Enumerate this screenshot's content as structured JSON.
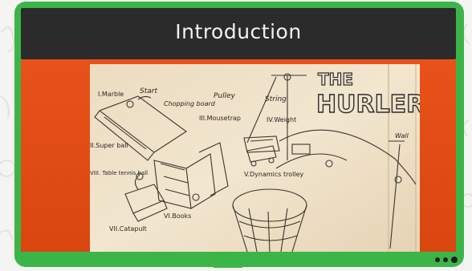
{
  "slide": {
    "title": "Introduction",
    "accent_color": "#3cb548",
    "title_bar_color": "#2b2b2b",
    "panel_color": "#e14d12"
  },
  "image": {
    "labels": {
      "start": "Start",
      "marble": "I.Marble",
      "chopping_board": "Chopping board",
      "pulley": "Pulley",
      "string": "String",
      "mousetrap": "III.Mousetrap",
      "weight": "IV.Weight",
      "super_ball": "II.Super ball",
      "table_tennis": "VIII. Table tennis ball",
      "dynamics_trolley": "V.Dynamics trolley",
      "books": "VI.Books",
      "catapult": "VII.Catapult",
      "wall": "Wall",
      "logo_the": "THE",
      "logo_hurler": "HURLER"
    }
  },
  "nav": {
    "dots": [
      "dot-1",
      "dot-2",
      "dot-3"
    ],
    "active_index": 2
  }
}
